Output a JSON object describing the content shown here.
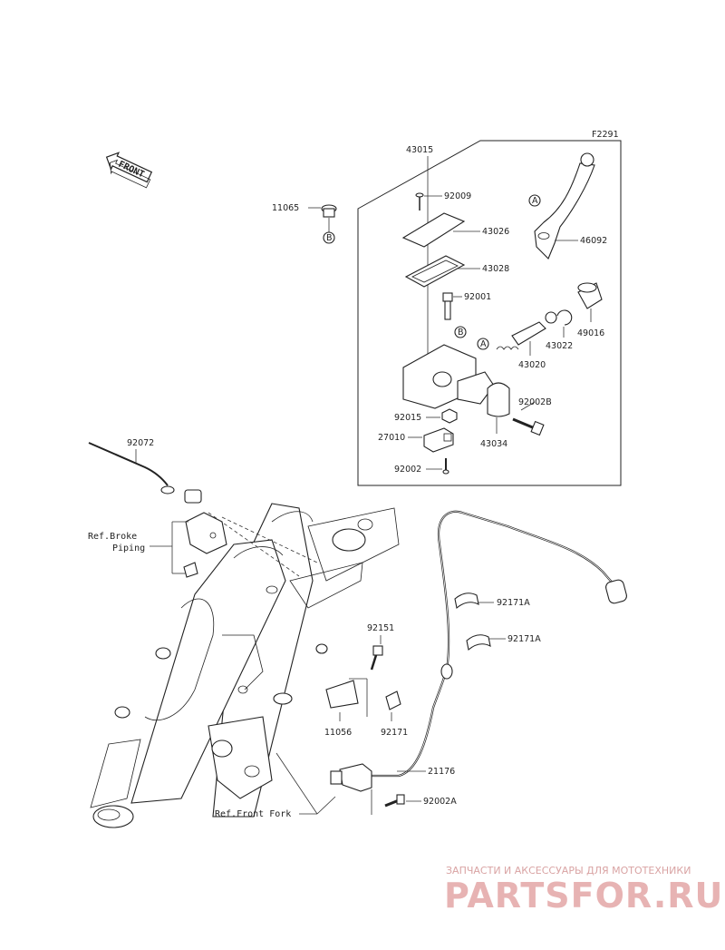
{
  "diagram": {
    "figure_code": "F2291",
    "front_label": "FRONT",
    "circle_a": "A",
    "circle_b": "B",
    "parts": {
      "p43015": "43015",
      "p92009": "92009",
      "p43026": "43026",
      "p43028": "43028",
      "p92001": "92001",
      "p46092": "46092",
      "p49016": "49016",
      "p43022": "43022",
      "p43020": "43020",
      "p92002B": "92002B",
      "p92015": "92015",
      "p27010": "27010",
      "p43034": "43034",
      "p92002": "92002",
      "p11065": "11065",
      "p92072": "92072",
      "p92171A_1": "92171A",
      "p92171A_2": "92171A",
      "p92151": "92151",
      "p11056": "11056",
      "p92171": "92171",
      "p21176": "21176",
      "p92002A": "92002A"
    },
    "refs": {
      "brake_piping_1": "Ref.Broke",
      "brake_piping_2": "Piping",
      "front_fork": "Ref.Front Fork"
    }
  },
  "watermark": {
    "line1": "ЗАПЧАСТИ И АКСЕССУАРЫ ДЛЯ МОТОТЕХНИКИ",
    "line2": "PARTSFOR.RU"
  }
}
